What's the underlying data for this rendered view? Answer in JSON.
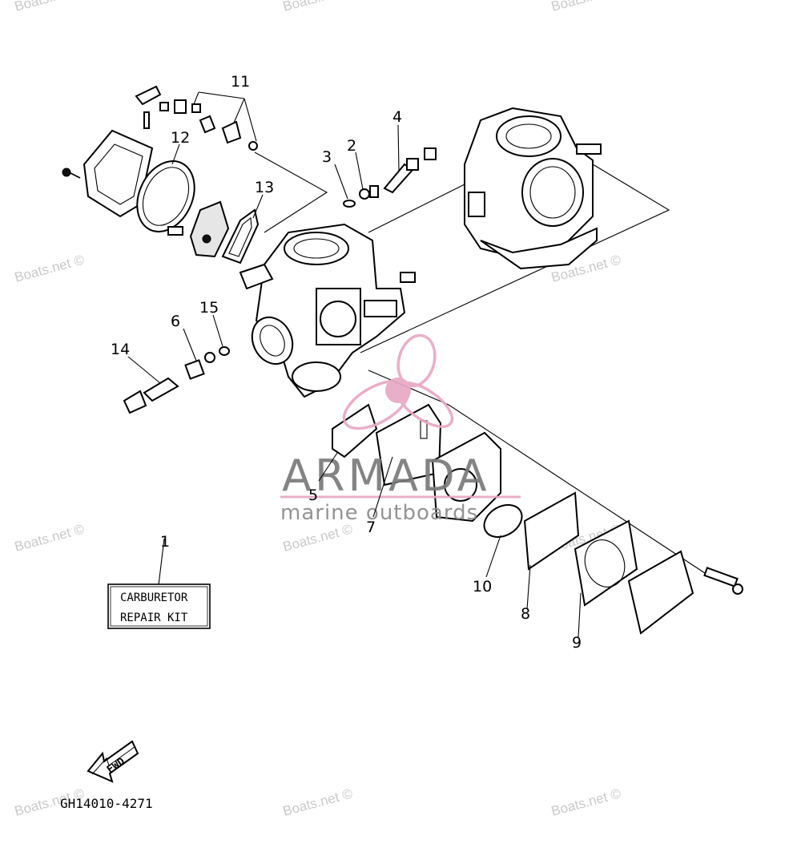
{
  "diagram": {
    "part_numbers": [
      "1",
      "2",
      "3",
      "4",
      "5",
      "6",
      "7",
      "8",
      "9",
      "10",
      "11",
      "12",
      "13",
      "14",
      "15"
    ],
    "kit_box": {
      "line1": "CARBURETOR",
      "line2": "REPAIR KIT"
    },
    "fwd_label": "FWD",
    "figure_code": "GH14010-4271"
  },
  "watermark": {
    "text": "Boats.net ©"
  },
  "brand_overlay": {
    "name": "ARMADA",
    "tagline": "marine outboards",
    "accent_color": "#e8a9c4",
    "text_color": "#7a7a7a"
  }
}
